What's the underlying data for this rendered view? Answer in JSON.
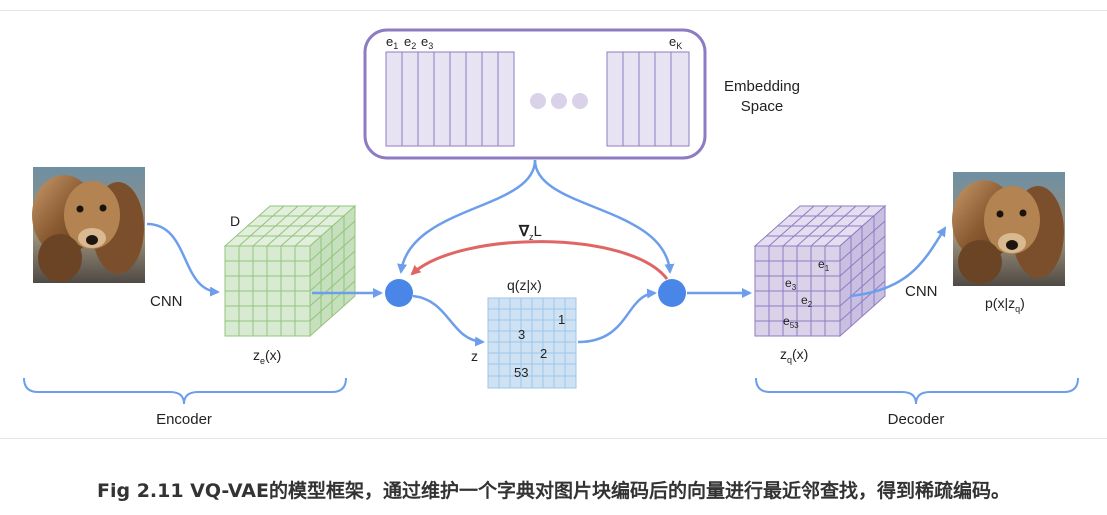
{
  "diagram": {
    "embedding_space": {
      "label_line1": "Embedding",
      "label_line2": "Space",
      "first_vectors": [
        "e",
        "e",
        "e"
      ],
      "first_subs": [
        "1",
        "2",
        "3"
      ],
      "last_vector": "e",
      "last_sub": "K"
    },
    "encoder": {
      "cnn_label": "CNN",
      "depth_label": "D",
      "output_label": "z",
      "output_sub": "e",
      "output_arg": "(x)",
      "bracket_label": "Encoder"
    },
    "gradient_label": "∇",
    "gradient_sub": "z",
    "gradient_tail": "L",
    "posterior": {
      "title": "q(z|x)",
      "row_label": "z",
      "cells": [
        "1",
        "3",
        "2",
        "53"
      ]
    },
    "decoder": {
      "cube_labels": [
        {
          "text": "e",
          "sub": "1"
        },
        {
          "text": "e",
          "sub": "3"
        },
        {
          "text": "e",
          "sub": "2"
        },
        {
          "text": "e",
          "sub": "53"
        }
      ],
      "output_label": "z",
      "output_sub": "q",
      "output_arg": "(x)",
      "cnn_label": "CNN",
      "recon_label": "p(x|z",
      "recon_sub": "q",
      "recon_tail": ")",
      "bracket_label": "Decoder"
    },
    "colors": {
      "arrow_blue": "#6d9eeb",
      "node_blue": "#4a86e8",
      "gradient_red": "#e06666",
      "embedding_border": "#8e7cc3",
      "encoder_green": "#d9ead3",
      "decoder_purple": "#d9d2e9",
      "grid_blue": "#cfe2f3"
    }
  },
  "caption": {
    "text": "Fig 2.11 VQ-VAE的模型框架，通过维护一个字典对图片块编码后的向量进行最近邻查找，得到稀疏编码。"
  }
}
